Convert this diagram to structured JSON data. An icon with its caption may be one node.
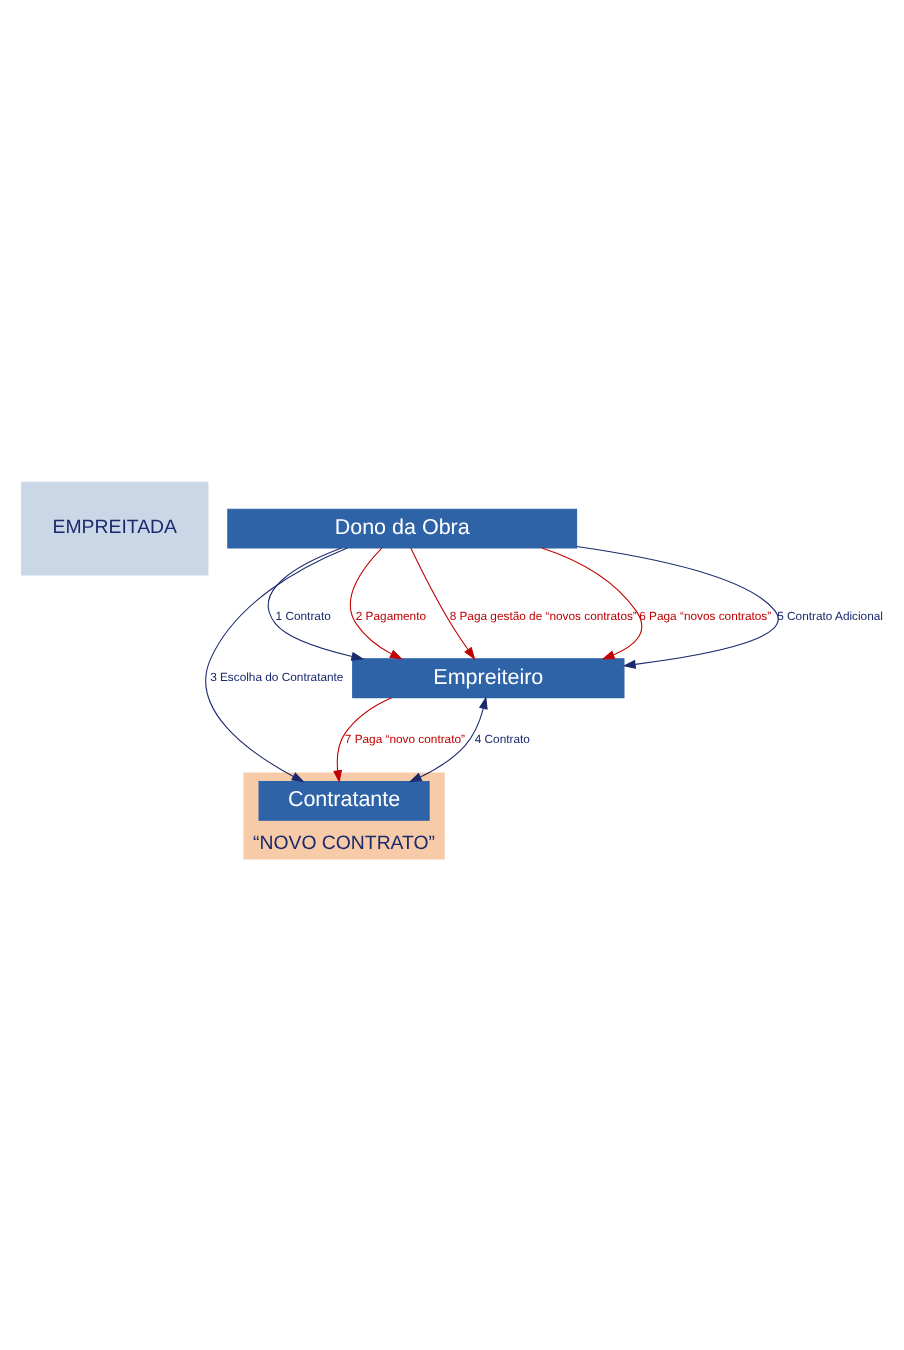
{
  "diagram": {
    "nodes": [
      {
        "text": [
          "EMPREITADA"
        ]
      },
      {
        "text": [
          "“NOVO CONTRATO”"
        ]
      },
      {
        "text": [
          "Dono da Obra"
        ]
      },
      {
        "text": [
          "Empreiteiro"
        ]
      },
      {
        "text": [
          "Contratante"
        ],
        "in": 1
      }
    ],
    "edges": [
      {
        "from": 2,
        "to": 3,
        "arrow": "to",
        "label": "1 Contrato",
        "color": "#1a2a6c"
      },
      {
        "from": 2,
        "to": 3,
        "arrow": "to",
        "label": "2 Pagamento",
        "color": "#c00000"
      },
      {
        "from": 2,
        "to": 3,
        "arrow": "to",
        "label": "8 Paga gestão de “novos contratos”",
        "color": "#c00000"
      },
      {
        "from": 2,
        "to": 3,
        "arrow": "to",
        "label": "6 Paga “novos contratos”",
        "color": "#c00000"
      },
      {
        "from": 2,
        "to": 3,
        "arrow": "to",
        "label": "5 Contrato Adicional",
        "color": "#1a2a6c"
      },
      {
        "from": 2,
        "to": 4,
        "arrow": "to",
        "label": "3 Escolha do Contratante",
        "color": "#1a2a6c"
      },
      {
        "from": 3,
        "to": 4,
        "arrow": "to",
        "label": "7 Paga “novo contrato”",
        "color": "#c00000"
      },
      {
        "from": 3,
        "to": 4,
        "arrow": "both",
        "label": "4 Contrato",
        "color": "#1a2a6c"
      }
    ]
  }
}
